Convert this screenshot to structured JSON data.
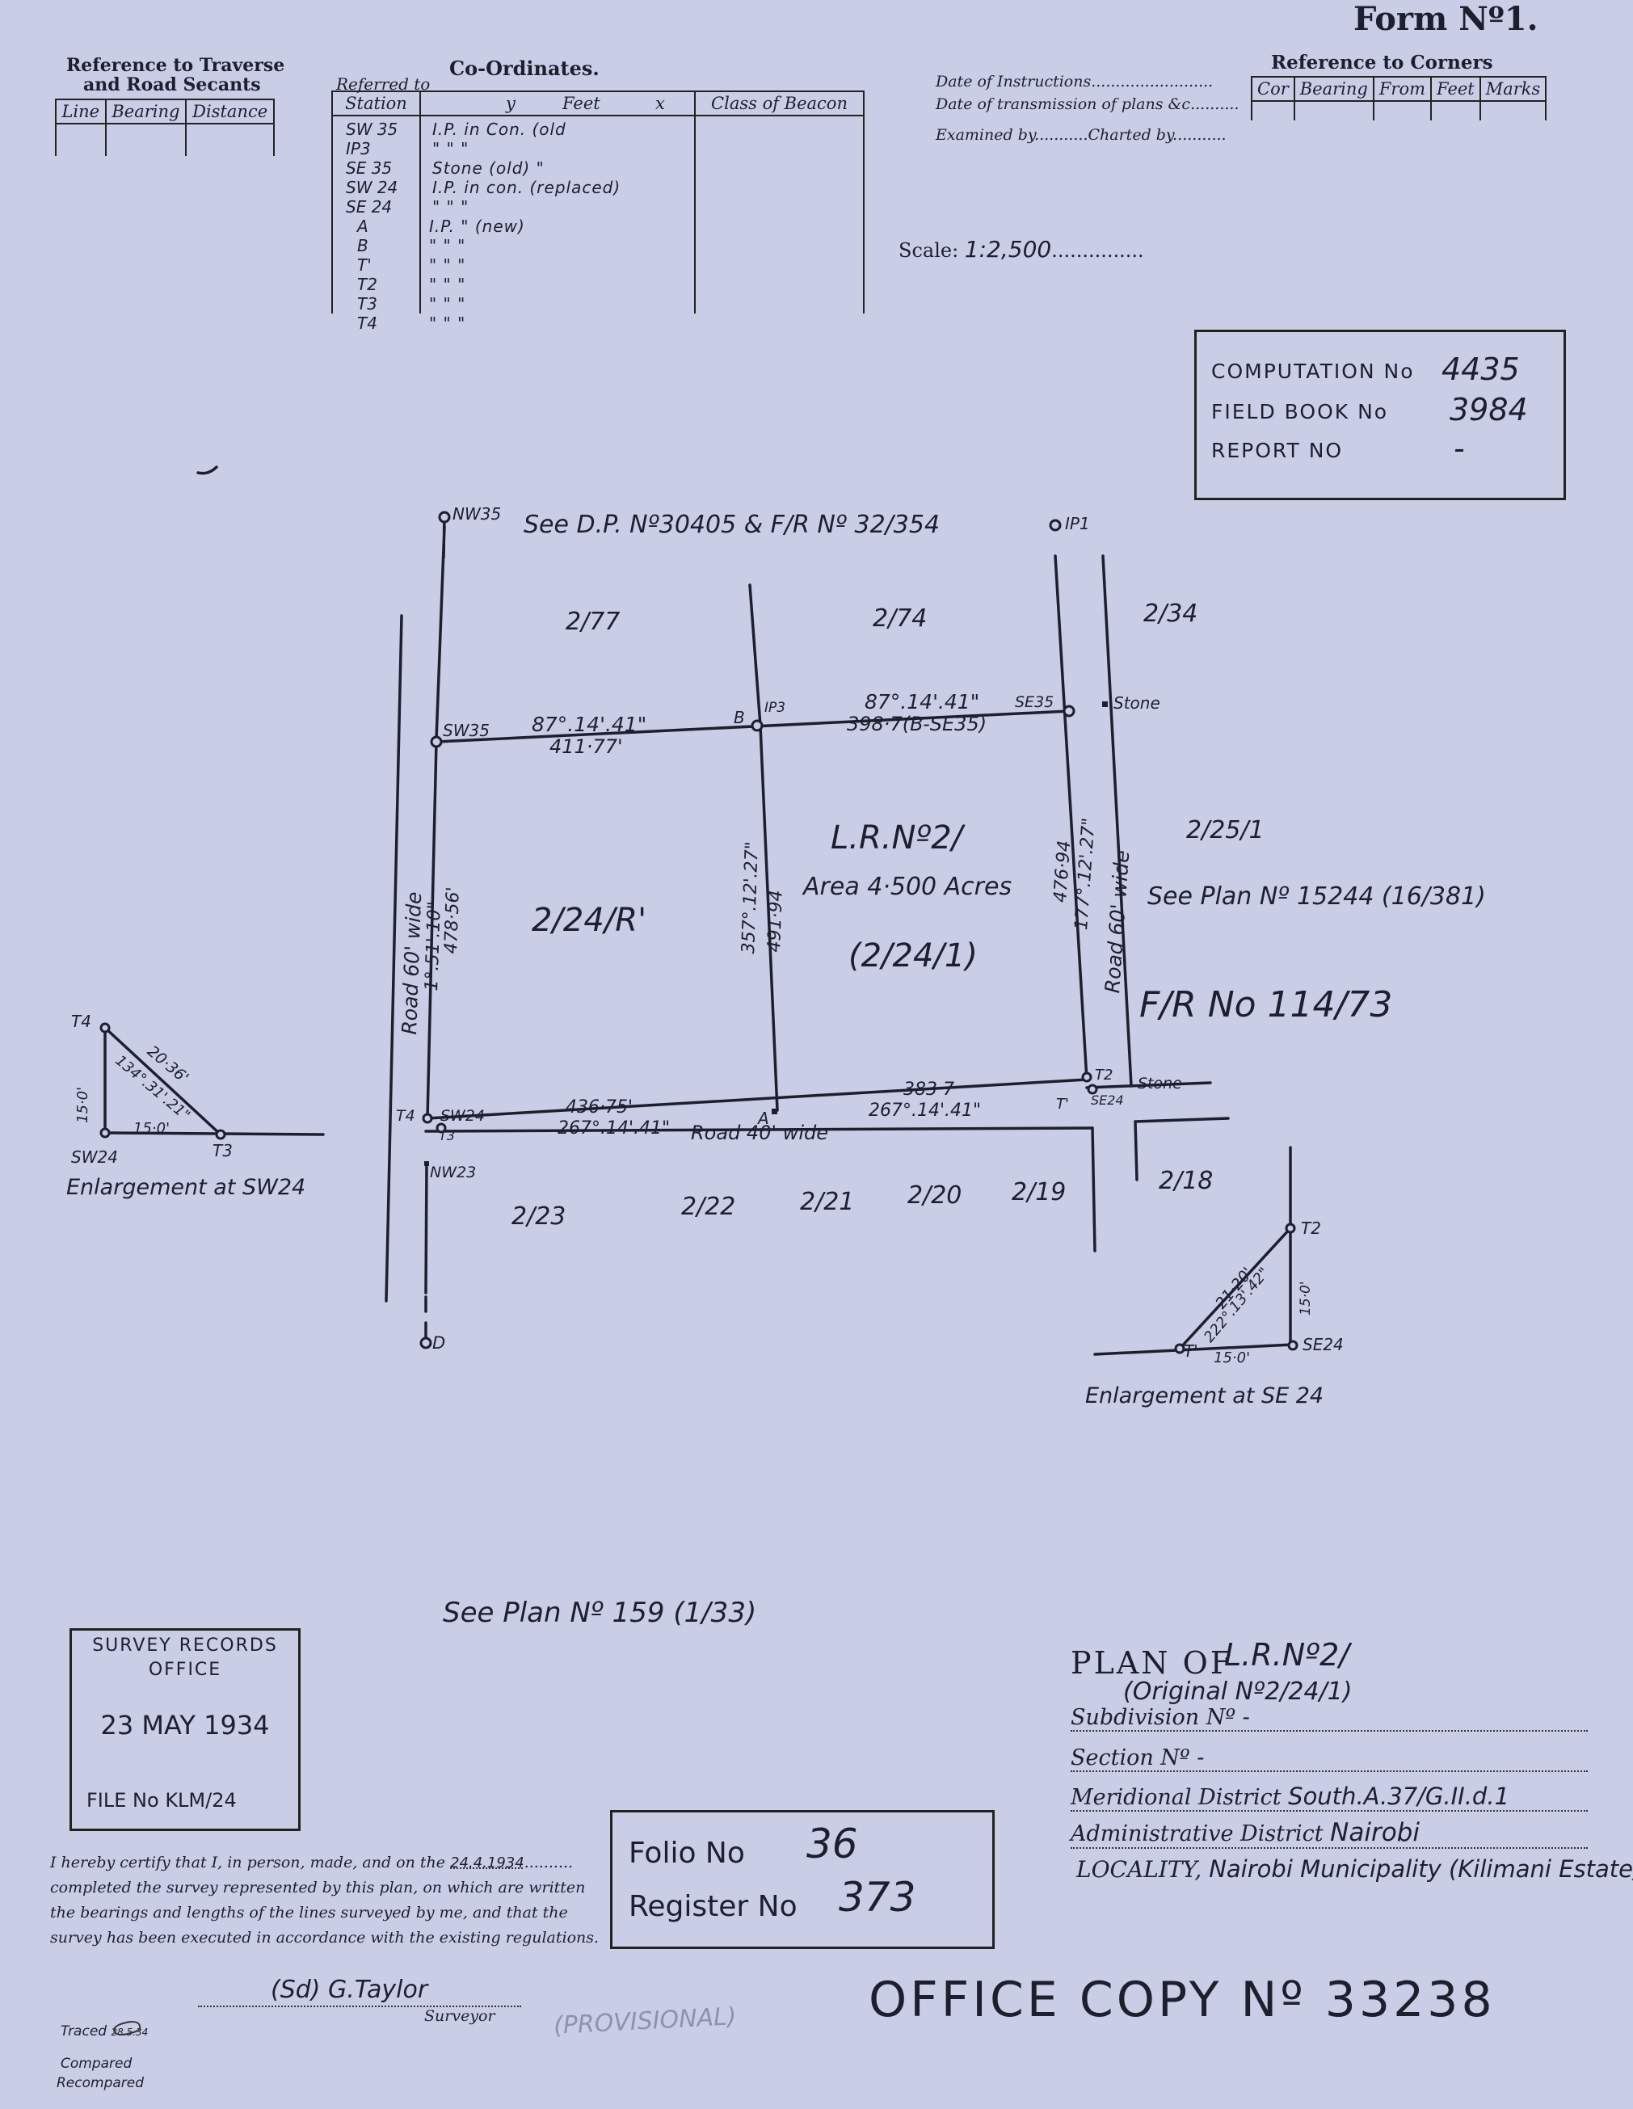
{
  "form_title": "Form Nº1.",
  "ref_traverse": {
    "title_line1": "Reference to Traverse",
    "title_line2": "and Road Secants",
    "headers": [
      "Line",
      "Bearing",
      "Distance"
    ]
  },
  "coordinates": {
    "title": "Co-Ordinates.",
    "referred_to": "Referred to",
    "headers": [
      "Station",
      "y",
      "Feet",
      "x",
      "Class of Beacon"
    ],
    "stations": [
      {
        "station": "SW 35",
        "beacon": "I.P. in Con. (old"
      },
      {
        "station": "IP3",
        "beacon": "\"      \"      \""
      },
      {
        "station": "SE 35",
        "beacon": "Stone (old)      \""
      },
      {
        "station": "SW 24",
        "beacon": "I.P. in con. (replaced)"
      },
      {
        "station": "SE 24",
        "beacon": "\"      \"        \""
      },
      {
        "station": "A",
        "beacon": "I.P.    \"    (new)"
      },
      {
        "station": "B",
        "beacon": "\"      \"      \""
      },
      {
        "station": "T'",
        "beacon": "\"      \"      \""
      },
      {
        "station": "T2",
        "beacon": "\"      \"      \""
      },
      {
        "station": "T3",
        "beacon": "\"      \"      \""
      },
      {
        "station": "T4",
        "beacon": "\"      \"      \""
      }
    ]
  },
  "instructions": {
    "line1": "Date of Instructions",
    "line2": "Date of transmission of plans &c",
    "line3a": "Examined by",
    "line3b": "Charted by"
  },
  "ref_corners": {
    "title": "Reference to Corners",
    "headers": [
      "Cor",
      "Bearing",
      "From",
      "Feet",
      "Marks"
    ]
  },
  "scale": {
    "label": "Scale:",
    "value": "1:2,500"
  },
  "computation": {
    "computation_label": "COMPUTATION No",
    "computation_value": "4435",
    "fieldbook_label": "FIELD BOOK No",
    "fieldbook_value": "3984",
    "report_label": "REPORT NO",
    "report_value": "-"
  },
  "plan": {
    "see_dp": "See D.P. Nº30405 & F/R Nº 32/354",
    "see_plan_15244": "See Plan Nº 15244 (16/381)",
    "fr_no": "F/R   No  114/73",
    "see_plan_159": "See Plan Nº 159 (1/33)",
    "lr_label": "L.R.Nº2/",
    "area": "Area  4·500 Acres",
    "orig_parcel": "(2/24/1)",
    "parcels": {
      "p2_77": "2/77",
      "p2_74": "2/74",
      "p2_34": "2/34",
      "p2_25_1": "2/25/1",
      "p2_24_r": "2/24/R'",
      "p2_23": "2/23",
      "p2_22": "2/22",
      "p2_21": "2/21",
      "p2_20": "2/20",
      "p2_19": "2/19",
      "p2_18": "2/18"
    },
    "stations": {
      "nw35": "NW35",
      "ip1": "IP1",
      "sw35": "SW35",
      "b_ip3": "IP3",
      "b": "B",
      "se35": "SE35",
      "stone1": "Stone",
      "t2": "T2",
      "t1": "T'",
      "se24": "SE24",
      "stone2": "Stone",
      "t4": "T4",
      "sw24": "SW24",
      "t3": "T3",
      "nw23": "NW23",
      "a": "A",
      "d": "D"
    },
    "bearings": {
      "north_b1": "87°.14'.41\"",
      "north_d1": "411·77'",
      "north_b2": "87°.14'.41\"",
      "north_d2": "398·7(B-SE35)",
      "west_road": "Road  60' wide",
      "west_b": "1°.51'.10\"",
      "west_d": "478·56'",
      "mid_b": "357°.12'.27\"",
      "mid_d": "491·94",
      "east_d": "476·94",
      "east_b": "177°.12'.27\"",
      "east_road": "Road  60' wide",
      "south_d1": "436·75'",
      "south_b1": "267°.14'.41\"",
      "south_d2": "383·7",
      "south_b2": "267°.14'.41\"",
      "south_road": "Road  40'  wide"
    }
  },
  "enlarge_sw24": {
    "caption": "Enlargement at SW24",
    "t4": "T4",
    "sw24": "SW24",
    "t3": "T3",
    "hyp_d": "20·36'",
    "hyp_b": "134°.31'.21\"",
    "vert": "15·0'",
    "horiz": "15·0'"
  },
  "enlarge_se24": {
    "caption": "Enlargement  at  SE 24",
    "t2": "T2",
    "t1": "T'",
    "se24": "SE24",
    "hyp_d": "21·20'",
    "hyp_b": "222°.13'.42\"",
    "vert": "15·0'",
    "horiz": "15·0'"
  },
  "survey_records": {
    "line1": "SURVEY RECORDS",
    "line2": "OFFICE",
    "date": "23 MAY 1934",
    "file": "FILE No KLM/24"
  },
  "plan_of": {
    "title": "PLAN OF",
    "title_value": "L.R.Nº2/",
    "original": "(Original Nº2/24/1)",
    "subdivision_label": "Subdivision Nº",
    "subdivision_value": "-",
    "section_label": "Section Nº",
    "section_value": "-",
    "meridional_label": "Meridional District",
    "meridional_value": "South.A.37/G.II.d.1",
    "admin_label": "Administrative District",
    "admin_value": "Nairobi",
    "locality_label": "LOCALITY,",
    "locality_value": "Nairobi Municipality (Kilimani Estate)"
  },
  "certification": {
    "line1": "I hereby certify that I, in person, made, and on the",
    "date": "24.4.1934",
    "line2": "completed the survey represented by this plan, on which are written",
    "line3": "the bearings and lengths of the lines surveyed by me, and that the",
    "line4": "survey has been executed in accordance with the existing regulations."
  },
  "folio": {
    "folio_label": "Folio  No",
    "folio_value": "36",
    "register_label": "Register  No",
    "register_value": "373"
  },
  "signature": {
    "name": "(Sd) G.Taylor",
    "role": "Surveyor"
  },
  "provisional": "(PROVISIONAL)",
  "office_copy": {
    "label": "OFFICE COPY Nº",
    "value": "33238"
  },
  "traced": {
    "traced": "Traced",
    "date": "28.5.34",
    "compared": "Compared",
    "recompared": "Recompared"
  }
}
